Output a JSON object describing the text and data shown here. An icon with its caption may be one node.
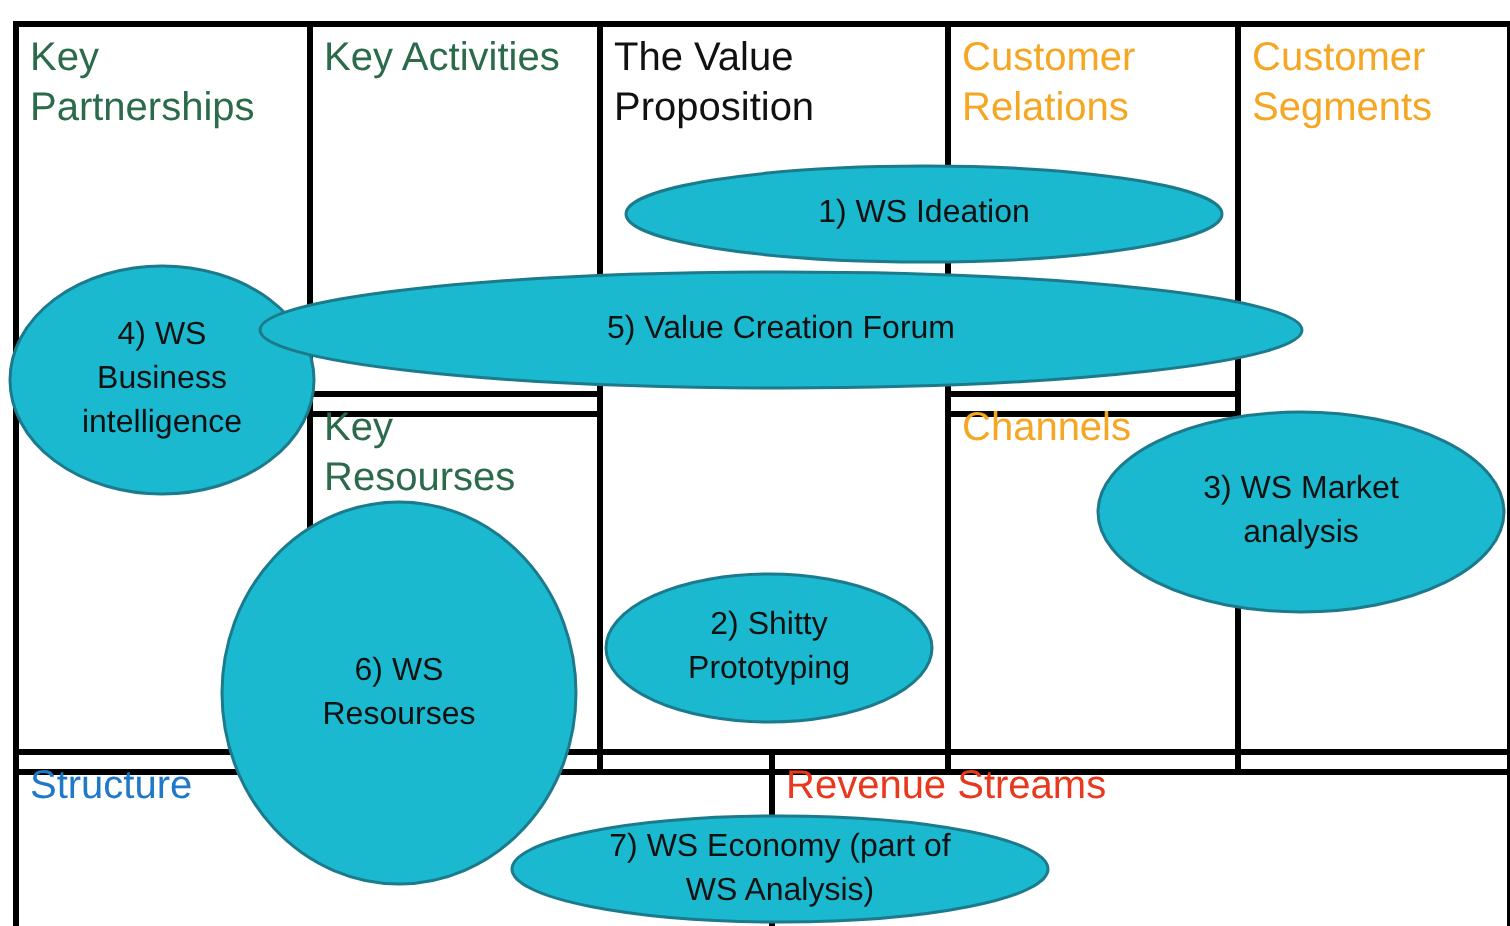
{
  "diagram": {
    "nodes": [
      {
        "text": [
          "Key Partnerships"
        ]
      },
      {
        "text": [
          "Key Activities"
        ]
      },
      {
        "text": [
          "The Value Proposition"
        ]
      },
      {
        "text": [
          "Customer Relations"
        ]
      },
      {
        "text": [
          "Customer Segments"
        ]
      },
      {
        "text": [
          "1) WS Ideation"
        ]
      },
      {
        "text": [
          "4) WS Business intelligence"
        ]
      },
      {
        "text": [
          "5) Value Creation Forum"
        ]
      },
      {
        "text": [
          "Key Resourses"
        ]
      },
      {
        "text": [
          "Channels"
        ]
      },
      {
        "text": [
          "3) WS Market analysis"
        ]
      },
      {
        "text": [
          "2) Shitty Prototyping"
        ],
        "in": 2
      },
      {
        "text": [
          "6) WS Resourses"
        ]
      },
      {
        "text": [
          "Structure"
        ]
      },
      {
        "text": [
          "Revenue Streams"
        ]
      },
      {
        "text": [
          "7) WS Economy (part of WS Analysis)"
        ]
      }
    ],
    "edges": []
  }
}
